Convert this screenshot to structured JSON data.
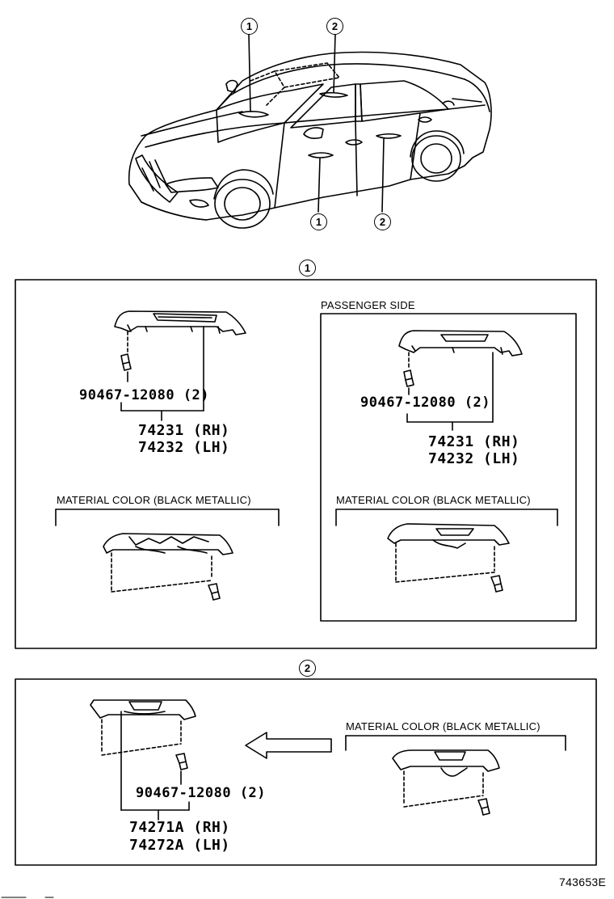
{
  "callouts": {
    "one": "1",
    "two": "2"
  },
  "section1": {
    "left": {
      "fastener": "90467-12080 (2)",
      "part_rh": "74231 (RH)",
      "part_lh": "74232 (LH)",
      "material_label": "MATERIAL COLOR (BLACK METALLIC)"
    },
    "right": {
      "heading": "PASSENGER SIDE",
      "fastener": "90467-12080 (2)",
      "part_rh": "74231 (RH)",
      "part_lh": "74232 (LH)",
      "material_label": "MATERIAL COLOR (BLACK METALLIC)"
    }
  },
  "section2": {
    "fastener": "90467-12080 (2)",
    "part_rh": "74271A (RH)",
    "part_lh": "74272A (LH)",
    "material_label": "MATERIAL COLOR (BLACK METALLIC)"
  },
  "figure_code": "743653E"
}
